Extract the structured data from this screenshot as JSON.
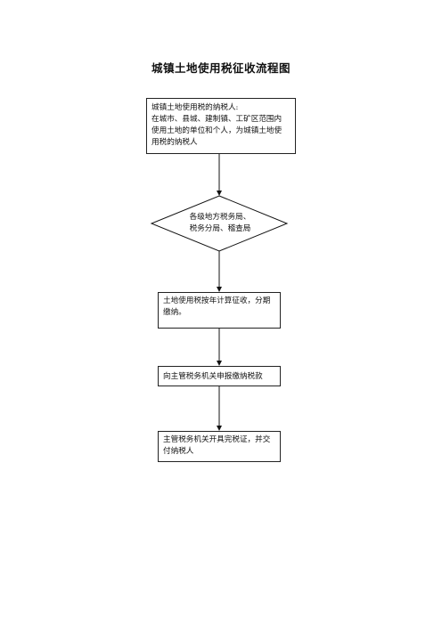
{
  "title": "城镇土地使用税征收流程图",
  "steps": {
    "taxpayer": {
      "lines": [
        "城镇土地使用税的纳税人:",
        "在城市、县城、建制镇、工矿区范围内",
        "使用土地的单位和个人，为城镇土地使",
        "用税的纳税人"
      ]
    },
    "authority": {
      "lines": [
        "各级地方税务局、",
        "税务分局、稽查局"
      ]
    },
    "calculation": {
      "lines": [
        "土地使用税按年计算征收，分期",
        "缴纳。"
      ]
    },
    "declare": {
      "lines": [
        "向主管税务机关申报缴纳税款"
      ]
    },
    "certificate": {
      "lines": [
        "主管税务机关开具完税证，并交",
        "付纳税人"
      ]
    }
  }
}
